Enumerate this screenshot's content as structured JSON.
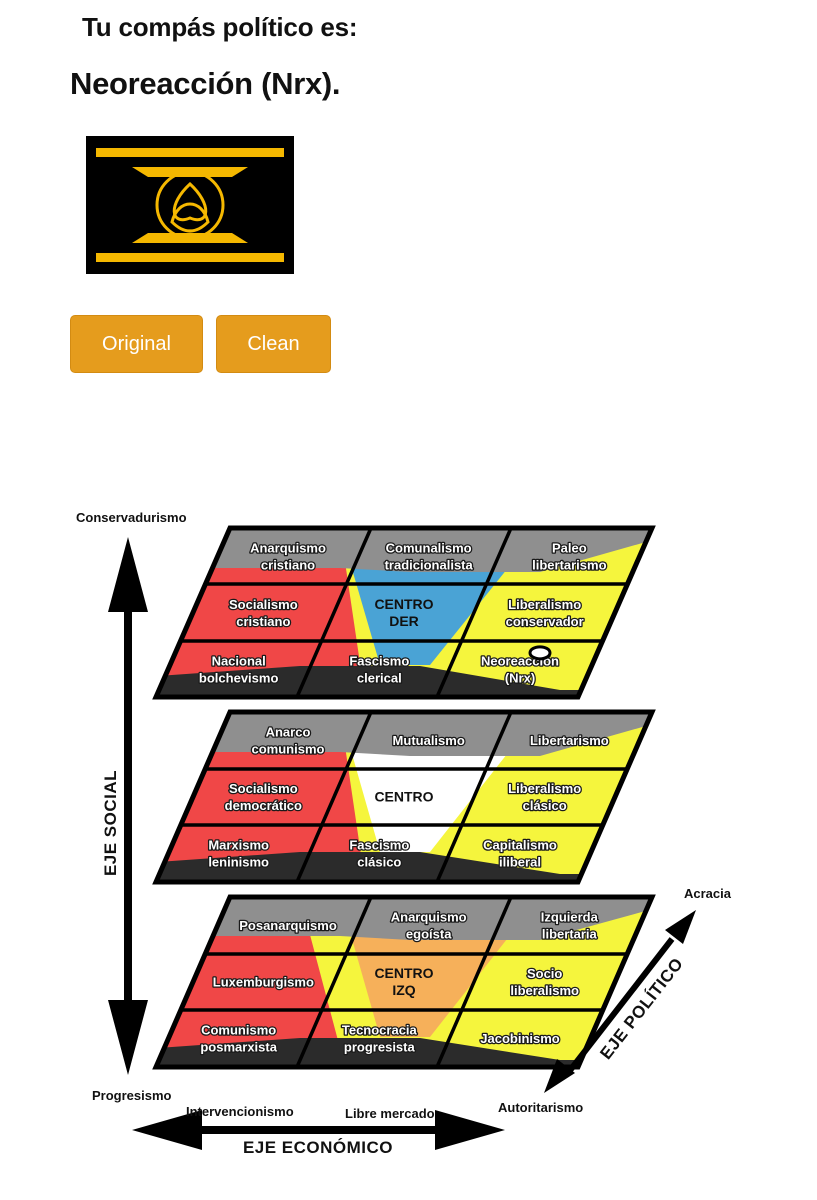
{
  "header": {
    "subtitle": "Tu compás político es:",
    "result": "Neoreacción (Nrx)."
  },
  "flag": {
    "icon": "triquetra-flag-icon",
    "colors": {
      "background": "#000000",
      "gold": "#f5b800"
    }
  },
  "buttons": {
    "original": "Original",
    "clean": "Clean",
    "color": "#e59c1d"
  },
  "compass": {
    "axes": {
      "social_top": "Conservadurismo",
      "social_bottom": "Progresismo",
      "social_title": "EJE SOCIAL",
      "economic_left": "Intervencionismo",
      "economic_right": "Libre mercado",
      "economic_title": "EJE ECONÓMICO",
      "political_top": "Acracia",
      "political_bottom": "Autoritarismo",
      "political_title": "EJE POLÍTICO"
    },
    "layers": [
      {
        "center_color": "#4aa3d5",
        "cells": [
          [
            "Anarquismo\ncristiano",
            "Comunalismo\ntradicionalista",
            "Paleo\nlibertarismo"
          ],
          [
            "Socialismo\ncristiano",
            "CENTRO\nDER",
            "Liberalismo\nconservador"
          ],
          [
            "Nacional\nbolchevismo",
            "Fascismo\nclerical",
            "Neoreacción\n(Nrx)"
          ]
        ]
      },
      {
        "center_color": "#ffffff",
        "cells": [
          [
            "Anarco\ncomunismo",
            "Mutualismo",
            "Libertarismo"
          ],
          [
            "Socialismo\ndemocrático",
            "CENTRO",
            "Liberalismo\nclásico"
          ],
          [
            "Marxismo\nleninismo",
            "Fascismo\nclásico",
            "Capitalismo\niliberal"
          ]
        ]
      },
      {
        "center_color": "#f6b05a",
        "cells": [
          [
            "Posanarquismo",
            "Anarquismo\negoísta",
            "Izquierda\nlibertaria"
          ],
          [
            "Luxemburgismo",
            "CENTRO\nIZQ",
            "Socio\nliberalismo"
          ],
          [
            "Comunismo\nposmarxista",
            "Tecnocracia\nprogresista",
            "Jacobinismo"
          ]
        ]
      }
    ],
    "marker": {
      "layer": 0,
      "row": 2,
      "col": 2
    }
  }
}
